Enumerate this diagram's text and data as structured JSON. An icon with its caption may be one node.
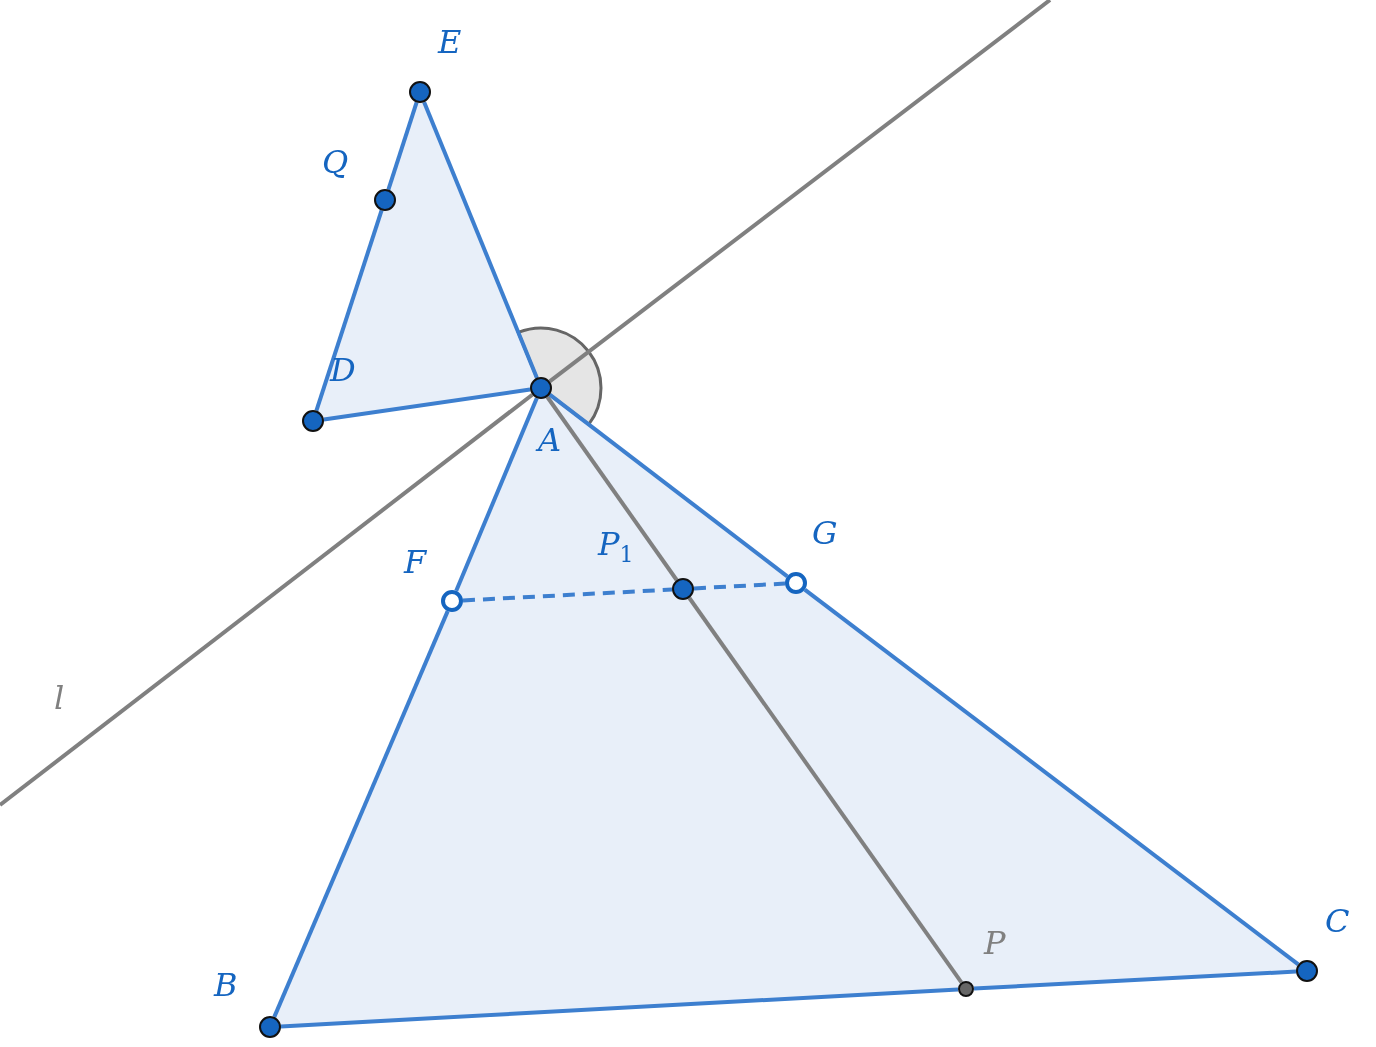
{
  "diagram": {
    "nodes": [
      {
        "text": [
          "E"
        ]
      },
      {
        "text": [
          "Q"
        ]
      },
      {
        "text": [
          "D"
        ]
      },
      {
        "text": [
          "A"
        ]
      },
      {
        "text": [
          "F"
        ]
      },
      {
        "text": [
          "P$_{1}$"
        ]
      },
      {
        "text": [
          "G"
        ]
      },
      {
        "text": [
          "B"
        ]
      },
      {
        "text": [
          "P"
        ]
      },
      {
        "text": [
          "C"
        ]
      }
    ],
    "edges": [
      {
        "from": null,
        "to": 3,
        "arrow": "none",
        "color": "#808080"
      },
      {
        "from": 3,
        "to": null,
        "arrow": "none",
        "color": "#808080"
      },
      {
        "from": 3,
        "to": 5,
        "arrow": "none",
        "color": "#808080"
      },
      {
        "from": 5,
        "to": 8,
        "arrow": "none",
        "color": "#808080"
      },
      {
        "from": 0,
        "to": 1,
        "arrow": "none"
      },
      {
        "from": 1,
        "to": 2,
        "arrow": "none"
      },
      {
        "from": 2,
        "to": 3,
        "arrow": "none"
      },
      {
        "from": 0,
        "to": 3,
        "arrow": "none"
      },
      {
        "from": 3,
        "to": 4,
        "arrow": "none"
      },
      {
        "from": 4,
        "to": 7,
        "arrow": "none"
      },
      {
        "from": 3,
        "to": 6,
        "arrow": "none"
      },
      {
        "from": 6,
        "to": 9,
        "arrow": "none"
      },
      {
        "from": 7,
        "to": 8,
        "arrow": "none"
      },
      {
        "from": 8,
        "to": 9,
        "arrow": "none"
      },
      {
        "from": 4,
        "to": 5,
        "arrow": "none",
        "style": "dashed"
      },
      {
        "from": 5,
        "to": 6,
        "arrow": "none",
        "style": "dashed"
      }
    ],
    "labels": [
      "l"
    ]
  }
}
